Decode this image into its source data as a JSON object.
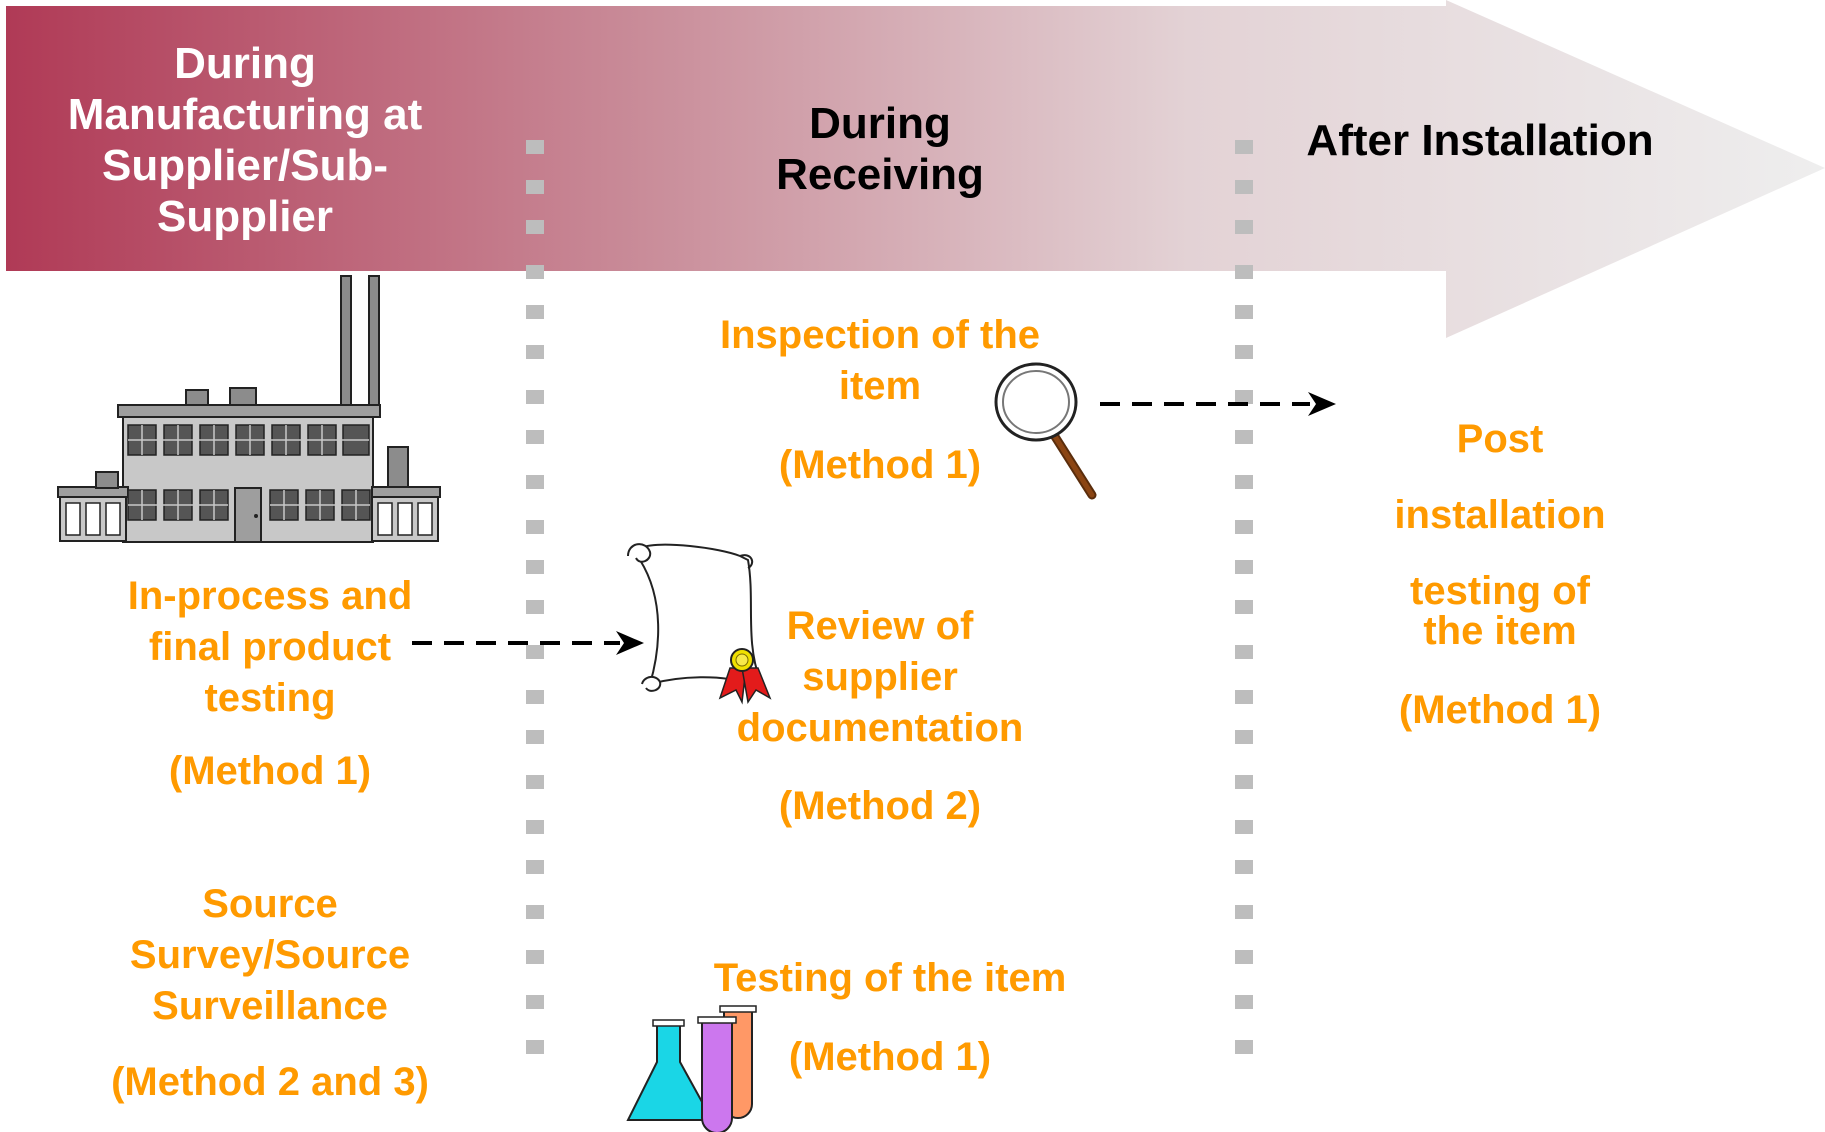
{
  "colors": {
    "arrow_start": "#b03a56",
    "arrow_end": "#ececec",
    "orange_text": "#ff9a00",
    "divider": "#bdbdbd"
  },
  "phases": {
    "manufacturing": {
      "lines": [
        "During",
        "Manufacturing at",
        "Supplier/Sub-",
        "Supplier"
      ]
    },
    "receiving": {
      "lines": [
        "During",
        "Receiving"
      ]
    },
    "installation": {
      "lines": [
        "After Installation"
      ]
    }
  },
  "activities": {
    "inprocess": {
      "lines": [
        "In-process and",
        "final product",
        "testing"
      ],
      "method": "(Method 1)"
    },
    "source": {
      "lines": [
        "Source",
        "Survey/Source",
        "Surveillance"
      ],
      "method": "(Method 2 and 3)"
    },
    "inspection": {
      "lines": [
        "Inspection of the",
        "item"
      ],
      "method": "(Method 1)"
    },
    "review": {
      "lines": [
        "Review of",
        "supplier",
        "documentation"
      ],
      "method": "(Method 2)"
    },
    "testing": {
      "lines": [
        "Testing of the item"
      ],
      "method": "(Method 1)"
    },
    "post": {
      "lines": [
        "Post",
        "installation",
        "testing of",
        "the item"
      ],
      "method": "(Method 1)"
    }
  },
  "icons": [
    "factory-icon",
    "magnifier-icon",
    "certificate-scroll-icon",
    "lab-flask-icon"
  ]
}
